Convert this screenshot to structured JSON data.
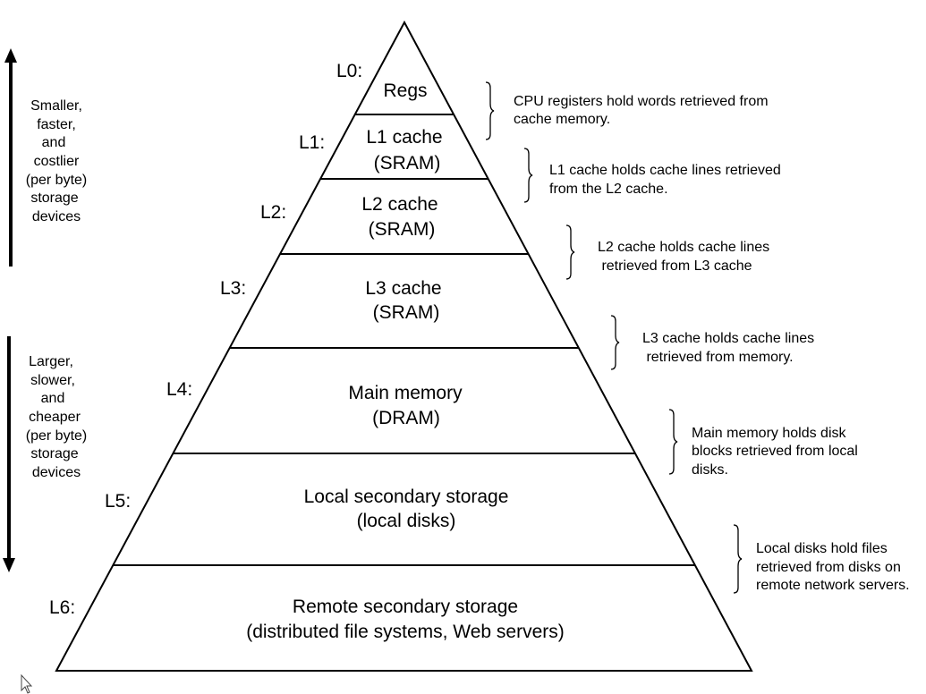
{
  "diagram": {
    "type": "memory-hierarchy-pyramid",
    "side_labels": {
      "top": [
        "Smaller,",
        "faster,",
        "and",
        "costlier",
        "(per byte)",
        "storage",
        "devices"
      ],
      "bottom": [
        "Larger,",
        "slower,",
        "and",
        "cheaper",
        "(per byte)",
        "storage",
        "devices"
      ]
    },
    "levels": [
      {
        "id": "L0",
        "label": "L0:",
        "lines": [
          "Regs"
        ],
        "description": [
          "CPU registers hold words retrieved from",
          "cache memory."
        ]
      },
      {
        "id": "L1",
        "label": "L1:",
        "lines": [
          "L1 cache",
          "(SRAM)"
        ],
        "description": [
          "L1 cache holds cache lines retrieved",
          "from the L2 cache."
        ]
      },
      {
        "id": "L2",
        "label": "L2:",
        "lines": [
          "L2 cache",
          "(SRAM)"
        ],
        "description": [
          "L2 cache holds cache lines",
          " retrieved from L3 cache"
        ]
      },
      {
        "id": "L3",
        "label": "L3:",
        "lines": [
          "L3 cache",
          "(SRAM)"
        ],
        "description": [
          "L3 cache holds cache lines",
          " retrieved from memory."
        ]
      },
      {
        "id": "L4",
        "label": "L4:",
        "lines": [
          "Main memory",
          "(DRAM)"
        ],
        "description": [
          "Main memory holds disk",
          "blocks retrieved from local",
          "disks."
        ]
      },
      {
        "id": "L5",
        "label": "L5:",
        "lines": [
          "Local secondary storage",
          "(local disks)"
        ],
        "description": [
          "Local disks hold files",
          "retrieved from disks on",
          "remote network servers."
        ]
      },
      {
        "id": "L6",
        "label": "L6:",
        "lines": [
          "Remote secondary storage",
          "(distributed file systems, Web servers)"
        ],
        "description": []
      }
    ]
  }
}
